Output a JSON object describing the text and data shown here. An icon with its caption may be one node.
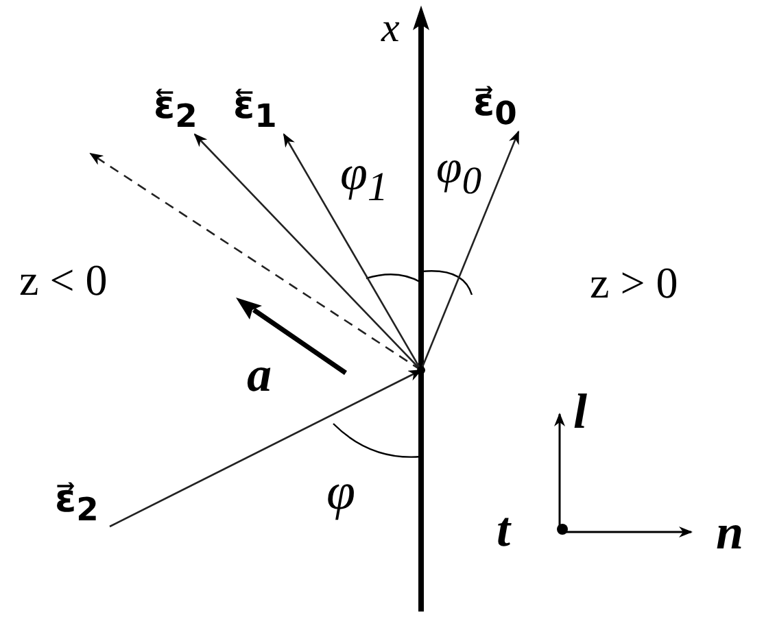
{
  "diagram": {
    "nodes": [
      {
        "text": [],
        "shape": "point"
      },
      {
        "text": [
          "ε⃖$_{2}$"
        ]
      },
      {
        "text": [
          "ε⃖$_{1}$"
        ]
      },
      {
        "text": [
          "ε⃗$_{0}$"
        ]
      },
      {
        "text": [
          "ε⃗$_{2}$"
        ]
      }
    ],
    "edges": [
      {
        "from": 0,
        "to": 1,
        "arrow": "to"
      },
      {
        "from": 0,
        "to": 2,
        "arrow": "to"
      },
      {
        "from": 0,
        "to": 3,
        "arrow": "to"
      },
      {
        "from": 0,
        "to": null,
        "arrow": "to",
        "style": "dashed"
      },
      {
        "from": 4,
        "to": 0,
        "arrow": "to"
      }
    ],
    "labels": [
      "x",
      "φ$_{1}$",
      "φ$_{0}$",
      "z < 0",
      "z > 0",
      "a",
      "φ",
      "l",
      "t",
      "n"
    ]
  }
}
